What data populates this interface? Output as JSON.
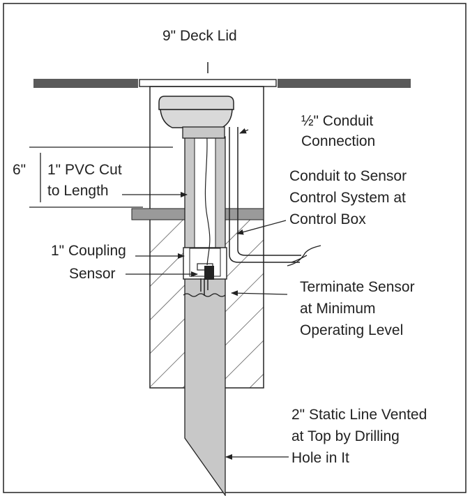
{
  "labels": {
    "deck_lid": "9\" Deck Lid",
    "conduit_connection_1": "½\" Conduit",
    "conduit_connection_2": "Connection",
    "conduit_to_sensor_1": "Conduit to Sensor",
    "conduit_to_sensor_2": "Control System at",
    "conduit_to_sensor_3": "Control Box",
    "dimension_6in": "6\"",
    "pvc_cut_1": "1\" PVC Cut",
    "pvc_cut_2": "to Length",
    "coupling": "1\" Coupling",
    "sensor": "Sensor",
    "terminate_1": "Terminate Sensor",
    "terminate_2": "at Minimum",
    "terminate_3": "Operating Level",
    "static_line_1": "2\" Static Line Vented",
    "static_line_2": "at Top by Drilling",
    "static_line_3": "Hole in It"
  },
  "colors": {
    "deck": "#5a5a5a",
    "pipe": "#c8c8c8",
    "slab": "#9a9a9a",
    "lid": "#d9d9d9",
    "sensor": "#222222",
    "line": "#222222"
  }
}
